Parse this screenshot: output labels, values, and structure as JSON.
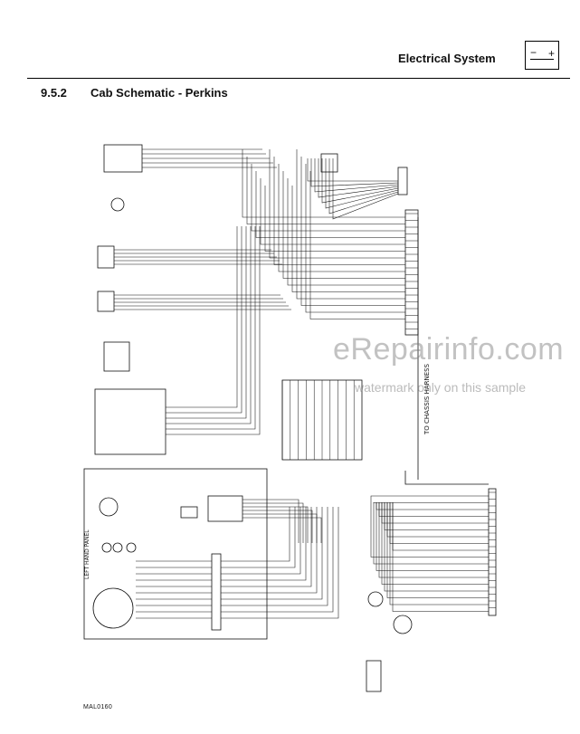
{
  "header": {
    "section_title": "Electrical System",
    "icon": "battery-icon",
    "battery_pos": "+",
    "battery_neg": "−"
  },
  "section": {
    "number": "9.5.2",
    "title": "Cab Schematic - Perkins"
  },
  "watermark": {
    "brand": "eRepairinfo.com",
    "note": "watermark only on this sample"
  },
  "diagram": {
    "chassis_label": "TO CHASSIS HARNESS",
    "left_panel_label": "LEFT HAND PANEL",
    "document_code": "MAL0160"
  }
}
